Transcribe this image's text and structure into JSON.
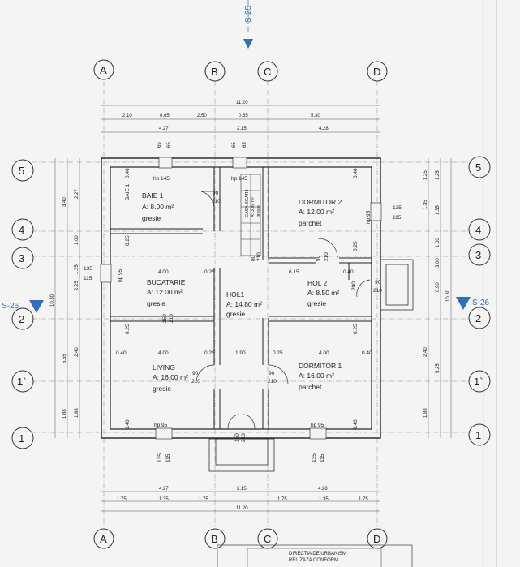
{
  "section_marks": {
    "top": "S-25",
    "left": "S-26",
    "right": "S-26"
  },
  "axes": {
    "columns": [
      "A",
      "B",
      "C",
      "D"
    ],
    "rows": [
      "5",
      "4",
      "3",
      "2",
      "1`",
      "1"
    ]
  },
  "dims_top": {
    "overall": "11.20",
    "chain1": [
      "2.10",
      "0.65",
      "2.50",
      "0.65",
      "5.30"
    ],
    "chain2": [
      "4.27",
      "2.15",
      "4.28"
    ],
    "piers": [
      "65",
      "65",
      "65",
      "65"
    ]
  },
  "dims_bottom": {
    "chain1": [
      "4.27",
      "2.15",
      "4.28"
    ],
    "chain2": [
      "1.75",
      "1.35",
      "1.75",
      "1.75",
      "1.35",
      "1.75"
    ],
    "overall": "11.20",
    "door_main": [
      "150",
      "210"
    ],
    "windows": [
      [
        "135",
        "115"
      ],
      [
        "135",
        "115"
      ]
    ]
  },
  "dims_left": {
    "overall": "10.30",
    "outer": [
      "3.40",
      "5.55",
      "1.88"
    ],
    "inner": [
      "2.27",
      "1.00",
      "1.35",
      "2.25",
      "2.40",
      "1.88"
    ]
  },
  "dims_right": {
    "overall": "10.30",
    "outer": [
      "1.25",
      "1.35",
      "1.00",
      "3.00",
      "0.90",
      "2.40",
      "5.25",
      "1.88"
    ]
  },
  "rooms": [
    {
      "name": "BAIE 1",
      "area_label": "A: 8.00 m²",
      "finish": "gresie"
    },
    {
      "name": "DORMITOR 2",
      "area_label": "A:   12.00 m²",
      "finish": "parchet"
    },
    {
      "name": "BUCATARIE",
      "area_label": "A:  12.00 m²",
      "finish": "gresie"
    },
    {
      "name": "HOL1",
      "area_label": "A: 14.80 m²",
      "finish": "gresie"
    },
    {
      "name": "HOL 2",
      "area_label": "A: 8.50 m²",
      "finish": "gresie"
    },
    {
      "name": "LIVING",
      "area_label": "A: 16.00 m²",
      "finish": "gresie"
    },
    {
      "name": "DORMITOR 1",
      "area_label": "A:   16.00 m²",
      "finish": "parchet"
    }
  ],
  "stair": {
    "name": "CASA SCARII",
    "area_label": "A: 3.80 m²",
    "finish": "gresie"
  },
  "annotations": {
    "hp145": "hp 145",
    "hp95": "hp 95",
    "w135": "135",
    "w115": "115",
    "wall040": "0.40",
    "wall025": "0.25",
    "wall400": "4.00",
    "wall190": "1.90",
    "wall615": "6.15",
    "door90": "90",
    "door210": "210",
    "door80": "80",
    "door250": "250",
    "door200": "200"
  },
  "stamp": {
    "line1": "DIRECTIA DE URBANISM",
    "line2": "RELIZAZA CONFORM"
  }
}
